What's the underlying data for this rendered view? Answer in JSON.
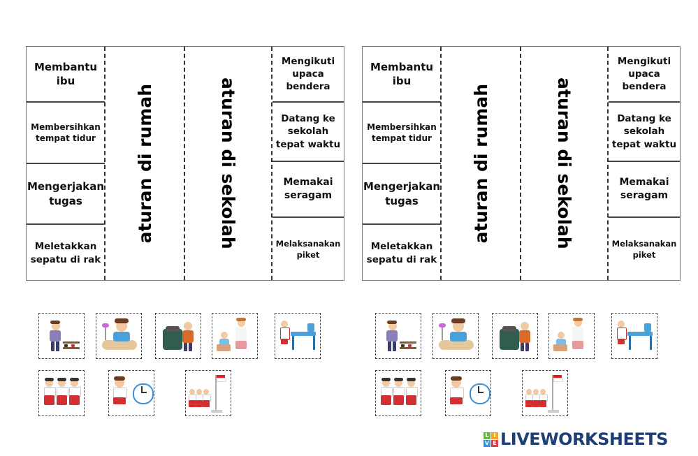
{
  "worksheet": {
    "home_title": "aturan di rumah",
    "school_title": "aturan di sekolah",
    "home_rules": [
      "Membantu ibu",
      "Membersihkan tempat tidur",
      "Mengerjakan tugas",
      "Meletakkan sepatu  di rak"
    ],
    "school_rules": [
      "Mengikuti upaca bendera",
      "Datang ke sekolah tepat waktu",
      "Memakai seragam",
      "Melaksanakan piket"
    ],
    "picture_cards": [
      "shoe-rack-picture",
      "studying-picture",
      "bed-making-picture",
      "helping-mother-picture",
      "cleaning-desk-picture",
      "school-uniform-picture",
      "clock-picture",
      "flag-ceremony-picture"
    ]
  },
  "brand": {
    "logo_letters": [
      "L",
      "I",
      "V",
      "E"
    ],
    "logo_text": "LIVEWORKSHEETS",
    "colors": {
      "logo_text": "#1d3f73",
      "L": "#6bb542",
      "I": "#f0a91c",
      "V": "#3a8fd9",
      "E": "#e23b4a"
    }
  }
}
